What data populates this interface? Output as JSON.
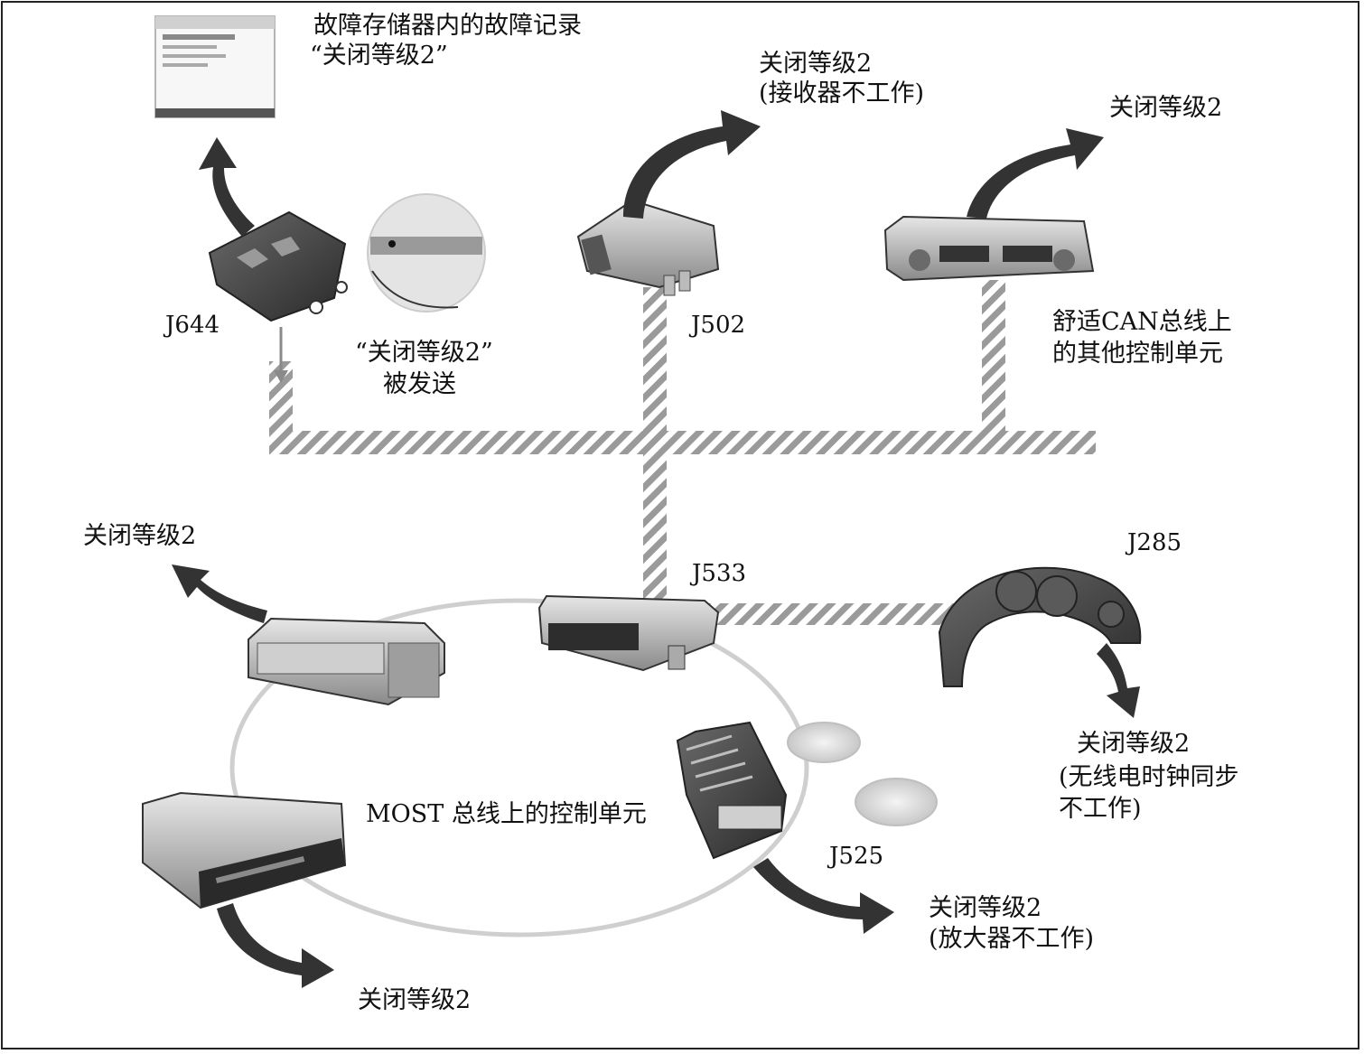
{
  "labels": {
    "fault_record_line1": "故障存储器内的故障记录",
    "fault_record_line2": "“关闭等级2”",
    "j644": "J644",
    "sent_line1": "“关闭等级2”",
    "sent_line2": "被发送",
    "j502_top_line1": "关闭等级2",
    "j502_top_line2": "(接收器不工作)",
    "j502": "J502",
    "comfort_top": "关闭等级2",
    "comfort_line1": "舒适CAN总线上",
    "comfort_line2": "的其他控制单元",
    "left_mid": "关闭等级2",
    "j533": "J533",
    "j285": "J285",
    "j285_bottom_line1": "关闭等级2",
    "j285_bottom_line2": "(无线电时钟同步",
    "j285_bottom_line3": "不工作)",
    "most_bus": "MOST 总线上的控制单元",
    "j525": "J525",
    "j525_bottom_line1": "关闭等级2",
    "j525_bottom_line2": "(放大器不工作)",
    "bottom_left": "关闭等级2"
  },
  "colors": {
    "bus_stripe": "#9a9a9a",
    "arrow": "#333333",
    "device_dark": "#4a4a4a",
    "device_light": "#d8d8d8"
  }
}
